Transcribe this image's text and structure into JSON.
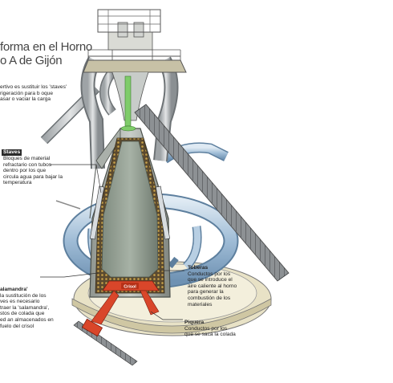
{
  "title": {
    "line1": "forma en el Horno",
    "line2": "o A de Gijón"
  },
  "intro": {
    "line1": "ertivo es sustituir los 'staves'",
    "line2": "rigeración para b oque",
    "line3": "asar o vaciar la carga"
  },
  "staves": {
    "label": "Staves",
    "line1": "Bloques de material",
    "line2": "refractario con tubos",
    "line3": "dentro por los que",
    "line4": "circula agua para bajar la",
    "line5": "temperatura"
  },
  "salamandra": {
    "label": "alamandra'",
    "line1": "la sustitución de los",
    "line2": "ves es necesario",
    "line3": "traer la 'salamandra',",
    "line4": "stos de colada que",
    "line5": "ed an almacenados en",
    "line6": "fuelo del crisol"
  },
  "toberas": {
    "label": "Toberas",
    "line1": "Conductos por los",
    "line2": "que se introduce el",
    "line3": "aire caliente al horno",
    "line4": "para generar la",
    "line5": "combustión de los",
    "line6": "materiales"
  },
  "piquera": {
    "label": "Piquera",
    "line1": "Conductos por los",
    "line2": "que se saca la colada"
  },
  "crisol_label": "Crisol",
  "colors": {
    "refractory": "#6e5a3c",
    "crisol": "#d9462a",
    "pipes": "#a9c6df",
    "steel": "#b9bcbf",
    "interior": "#9aa69a"
  }
}
